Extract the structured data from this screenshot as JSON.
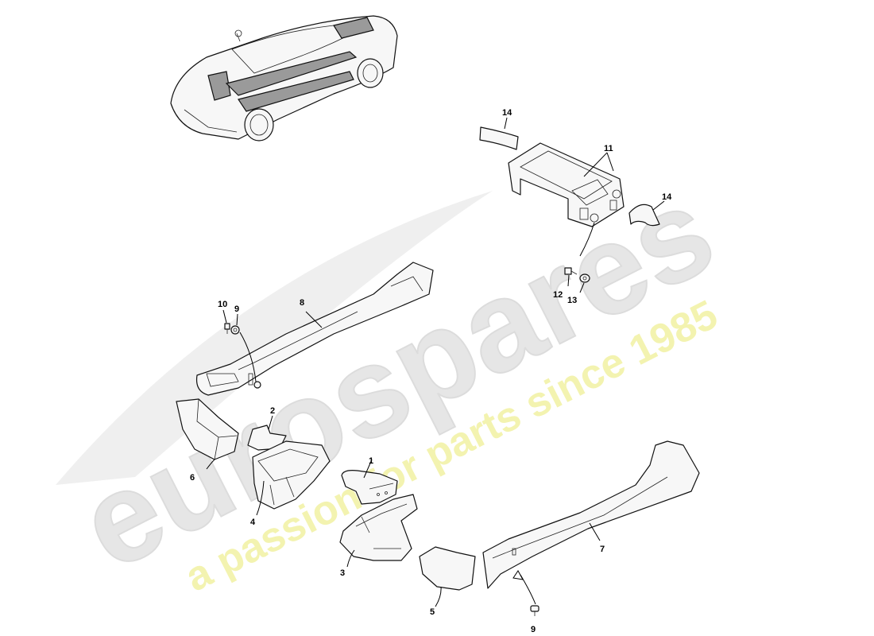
{
  "watermark": {
    "brand": "eurospares",
    "tagline": "a passion for parts since 1985",
    "brand_color": "#e6e6e6",
    "tagline_color": "#f3f3b0"
  },
  "callouts": {
    "c14a": "14",
    "c11": "11",
    "c14b": "14",
    "c12": "12",
    "c13": "13",
    "c10": "10",
    "c9a": "9",
    "c8": "8",
    "c2": "2",
    "c6": "6",
    "c1": "1",
    "c4": "4",
    "c3": "3",
    "c7": "7",
    "c5": "5",
    "c9b": "9"
  },
  "icons": {
    "car": "car-overview-icon",
    "fastener": "bolt-icon",
    "washer": "washer-icon"
  }
}
